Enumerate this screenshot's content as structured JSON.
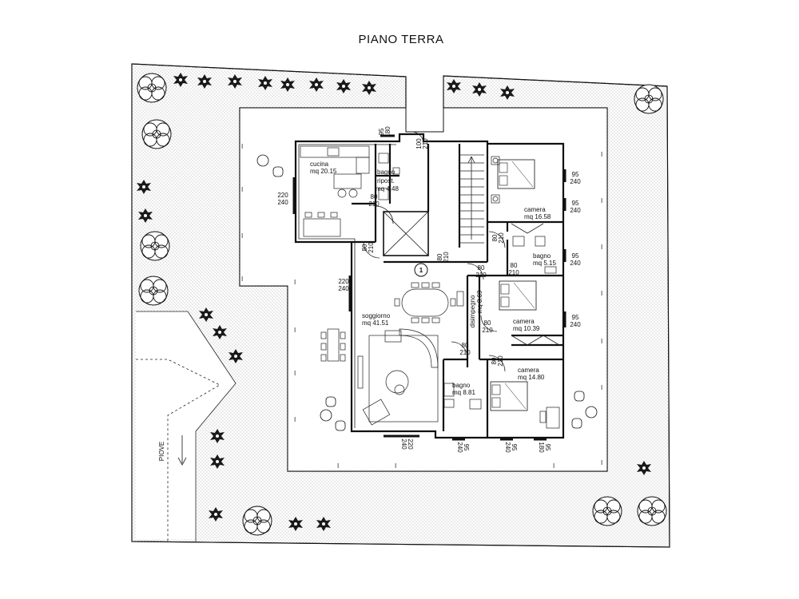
{
  "title": "PIANO TERRA",
  "rooms": {
    "cucina": {
      "name": "cucina",
      "area": "mq  20.15"
    },
    "bagno_ripost": {
      "name1": "bagno",
      "name2": "ripost.",
      "area": "mq  4.48"
    },
    "camera1": {
      "name": "camera",
      "area": "mq  16.58"
    },
    "bagno1": {
      "name": "bagno",
      "area": "mq  5.15"
    },
    "disimpegno": {
      "name": "disimpegno",
      "area": "mq  8.69"
    },
    "camera2": {
      "name": "camera",
      "area": "mq  10.39"
    },
    "soggiorno": {
      "name": "soggiorno",
      "area": "mq  41.51"
    },
    "camera3": {
      "name": "camera",
      "area": "mq  14.80"
    },
    "bagno2": {
      "name": "bagno",
      "area": "mq  8.81"
    }
  },
  "marker": "1",
  "ramp_label": "PIOVE",
  "dimensions": {
    "d1": [
      "95",
      "180"
    ],
    "d2": [
      "100",
      "210"
    ],
    "d3": [
      "220",
      "240"
    ],
    "d4": [
      "80",
      "210"
    ],
    "d5": [
      "80",
      "210"
    ],
    "d6": [
      "95",
      "240"
    ],
    "d7": [
      "95",
      "240"
    ],
    "d8": [
      "220",
      "240"
    ],
    "d9": [
      "80",
      "210"
    ],
    "d10": [
      "80",
      "210"
    ],
    "d11": [
      "80",
      "210"
    ],
    "d12": [
      "95",
      "240"
    ],
    "d13": [
      "80",
      "210"
    ],
    "d14": [
      "95",
      "240"
    ],
    "d15": [
      "80",
      "210"
    ],
    "d16": [
      "80",
      "210"
    ],
    "d17": [
      "80",
      "210"
    ],
    "d18": [
      "220",
      "240"
    ],
    "d19": [
      "95",
      "240"
    ],
    "d20": [
      "95",
      "240"
    ],
    "d21": [
      "95",
      "180"
    ]
  },
  "colors": {
    "line": "#111111",
    "garden_dots": "#9a9a9a",
    "background": "#ffffff"
  }
}
